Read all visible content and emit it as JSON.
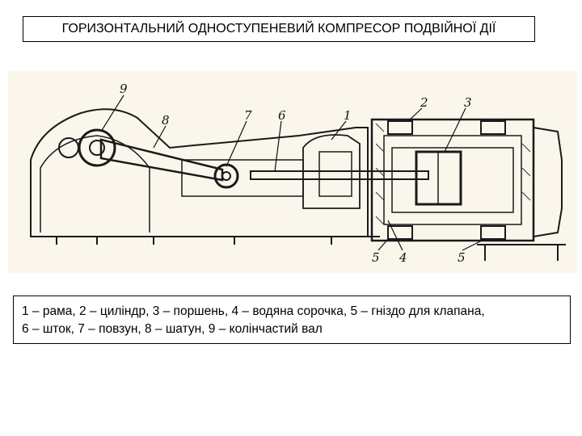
{
  "title": "ГОРИЗОНТАЛЬНИЙ ОДНОСТУПЕНЕВИЙ КОМПРЕСОР ПОДВІЙНОЇ ДІЇ",
  "drawing": {
    "labels": {
      "frame": "1",
      "cylinder": "2",
      "piston": "3",
      "water_jacket": "4",
      "valve_seat_left": "5",
      "valve_seat_right": "5",
      "rod": "6",
      "crosshead": "7",
      "connecting_rod": "8",
      "crankshaft": "9"
    }
  },
  "caption": {
    "line1": "1 – рама, 2 – циліндр, 3 – поршень, 4 – водяна сорочка, 5 – гніздо для клапана,",
    "line2": "6 – шток, 7 – повзун, 8 – шатун, 9 – колінчастий вал"
  }
}
